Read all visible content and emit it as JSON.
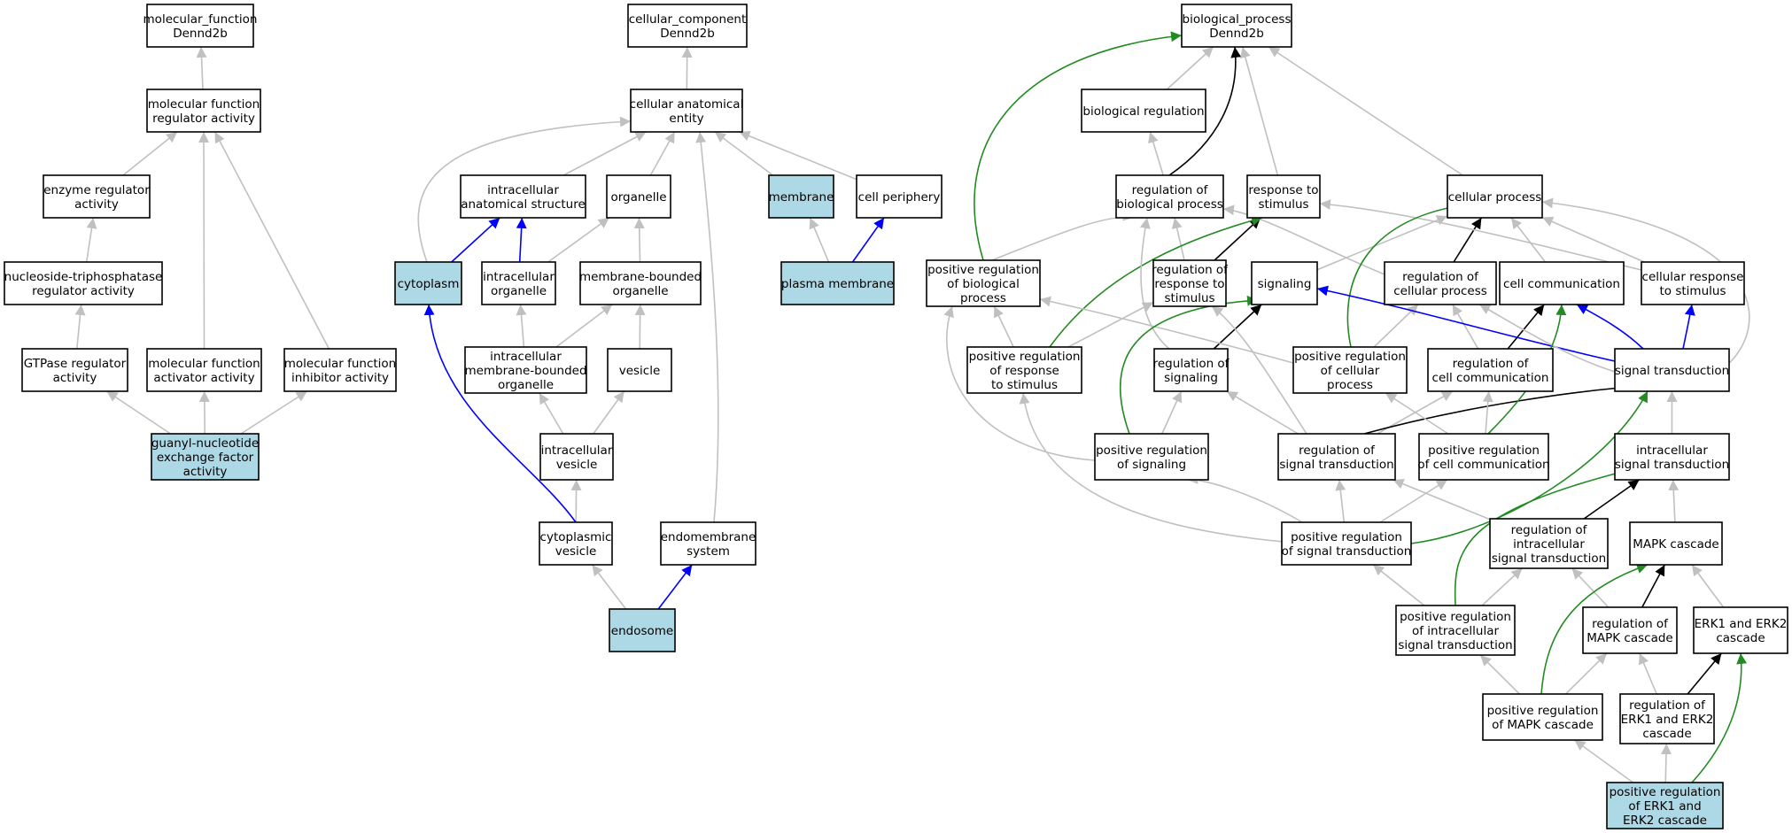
{
  "colors": {
    "is_a": "#c0c0c0",
    "part_of": "#0000ff",
    "regulates": "#000000",
    "positively_regulates": "#228b22",
    "annotated_fill": "#add8e6",
    "default_fill": "#ffffff"
  },
  "nodes": [
    {
      "id": "mf_root",
      "lines": [
        "molecular_function",
        "Dennd2b"
      ],
      "highlight": false
    },
    {
      "id": "mf_regulator",
      "lines": [
        "molecular function",
        "regulator activity"
      ],
      "highlight": false
    },
    {
      "id": "enzyme_regulator",
      "lines": [
        "enzyme regulator",
        "activity"
      ],
      "highlight": false
    },
    {
      "id": "ntpase_regulator",
      "lines": [
        "nucleoside-triphosphatase",
        "regulator activity"
      ],
      "highlight": false
    },
    {
      "id": "gtpase_regulator",
      "lines": [
        "GTPase regulator",
        "activity"
      ],
      "highlight": false
    },
    {
      "id": "mf_activator",
      "lines": [
        "molecular function",
        "activator activity"
      ],
      "highlight": false
    },
    {
      "id": "mf_inhibitor",
      "lines": [
        "molecular function",
        "inhibitor activity"
      ],
      "highlight": false
    },
    {
      "id": "gef_activity",
      "lines": [
        "guanyl-nucleotide",
        "exchange factor",
        "activity"
      ],
      "highlight": true
    },
    {
      "id": "cc_root",
      "lines": [
        "cellular_component",
        "Dennd2b"
      ],
      "highlight": false
    },
    {
      "id": "cell_anat_entity",
      "lines": [
        "cellular anatomical",
        "entity"
      ],
      "highlight": false
    },
    {
      "id": "intracell_anat",
      "lines": [
        "intracellular",
        "anatomical structure"
      ],
      "highlight": false
    },
    {
      "id": "organelle",
      "lines": [
        "organelle"
      ],
      "highlight": false
    },
    {
      "id": "membrane",
      "lines": [
        "membrane"
      ],
      "highlight": true
    },
    {
      "id": "cell_periphery",
      "lines": [
        "cell periphery"
      ],
      "highlight": false
    },
    {
      "id": "cytoplasm",
      "lines": [
        "cytoplasm"
      ],
      "highlight": true
    },
    {
      "id": "intracell_organelle",
      "lines": [
        "intracellular",
        "organelle"
      ],
      "highlight": false
    },
    {
      "id": "mb_organelle",
      "lines": [
        "membrane-bounded",
        "organelle"
      ],
      "highlight": false
    },
    {
      "id": "plasma_membrane",
      "lines": [
        "plasma membrane"
      ],
      "highlight": true
    },
    {
      "id": "intracell_mb_organelle",
      "lines": [
        "intracellular",
        "membrane-bounded",
        "organelle"
      ],
      "highlight": false
    },
    {
      "id": "vesicle",
      "lines": [
        "vesicle"
      ],
      "highlight": false
    },
    {
      "id": "intracell_vesicle",
      "lines": [
        "intracellular",
        "vesicle"
      ],
      "highlight": false
    },
    {
      "id": "cyto_vesicle",
      "lines": [
        "cytoplasmic",
        "vesicle"
      ],
      "highlight": false
    },
    {
      "id": "endomembrane",
      "lines": [
        "endomembrane",
        "system"
      ],
      "highlight": false
    },
    {
      "id": "endosome",
      "lines": [
        "endosome"
      ],
      "highlight": true
    },
    {
      "id": "bp_root",
      "lines": [
        "biological_process",
        "Dennd2b"
      ],
      "highlight": false
    },
    {
      "id": "bio_regulation",
      "lines": [
        "biological regulation"
      ],
      "highlight": false
    },
    {
      "id": "reg_bio_process",
      "lines": [
        "regulation of",
        "biological process"
      ],
      "highlight": false
    },
    {
      "id": "resp_stimulus",
      "lines": [
        "response to",
        "stimulus"
      ],
      "highlight": false
    },
    {
      "id": "cellular_process",
      "lines": [
        "cellular process"
      ],
      "highlight": false
    },
    {
      "id": "pos_reg_bio_process",
      "lines": [
        "positive regulation",
        "of biological",
        "process"
      ],
      "highlight": false
    },
    {
      "id": "reg_resp_stimulus",
      "lines": [
        "regulation of",
        "response to",
        "stimulus"
      ],
      "highlight": false
    },
    {
      "id": "signaling",
      "lines": [
        "signaling"
      ],
      "highlight": false
    },
    {
      "id": "reg_cell_process",
      "lines": [
        "regulation of",
        "cellular process"
      ],
      "highlight": false
    },
    {
      "id": "cell_comm",
      "lines": [
        "cell communication"
      ],
      "highlight": false
    },
    {
      "id": "cell_resp_stimulus",
      "lines": [
        "cellular response",
        "to stimulus"
      ],
      "highlight": false
    },
    {
      "id": "pos_reg_resp_stimulus",
      "lines": [
        "positive regulation",
        "of response",
        "to stimulus"
      ],
      "highlight": false
    },
    {
      "id": "reg_signaling",
      "lines": [
        "regulation of",
        "signaling"
      ],
      "highlight": false
    },
    {
      "id": "pos_reg_cell_process",
      "lines": [
        "positive regulation",
        "of cellular",
        "process"
      ],
      "highlight": false
    },
    {
      "id": "reg_cell_comm",
      "lines": [
        "regulation of",
        "cell communication"
      ],
      "highlight": false
    },
    {
      "id": "signal_transduction",
      "lines": [
        "signal transduction"
      ],
      "highlight": false
    },
    {
      "id": "pos_reg_signaling",
      "lines": [
        "positive regulation",
        "of signaling"
      ],
      "highlight": false
    },
    {
      "id": "reg_signal_trans",
      "lines": [
        "regulation of",
        "signal transduction"
      ],
      "highlight": false
    },
    {
      "id": "pos_reg_cell_comm",
      "lines": [
        "positive regulation",
        "of cell communication"
      ],
      "highlight": false
    },
    {
      "id": "intracell_signal_trans",
      "lines": [
        "intracellular",
        "signal transduction"
      ],
      "highlight": false
    },
    {
      "id": "pos_reg_signal_trans",
      "lines": [
        "positive regulation",
        "of signal transduction"
      ],
      "highlight": false
    },
    {
      "id": "reg_intracell_signal_trans",
      "lines": [
        "regulation of",
        "intracellular",
        "signal transduction"
      ],
      "highlight": false
    },
    {
      "id": "mapk_cascade",
      "lines": [
        "MAPK cascade"
      ],
      "highlight": false
    },
    {
      "id": "pos_reg_intracell_signal_trans",
      "lines": [
        "positive regulation",
        "of intracellular",
        "signal transduction"
      ],
      "highlight": false
    },
    {
      "id": "reg_mapk",
      "lines": [
        "regulation of",
        "MAPK cascade"
      ],
      "highlight": false
    },
    {
      "id": "erk_cascade",
      "lines": [
        "ERK1 and ERK2",
        "cascade"
      ],
      "highlight": false
    },
    {
      "id": "pos_reg_mapk",
      "lines": [
        "positive regulation",
        "of MAPK cascade"
      ],
      "highlight": false
    },
    {
      "id": "reg_erk",
      "lines": [
        "regulation of",
        "ERK1 and ERK2",
        "cascade"
      ],
      "highlight": false
    },
    {
      "id": "pos_reg_erk",
      "lines": [
        "positive regulation",
        "of ERK1 and",
        "ERK2 cascade"
      ],
      "highlight": true
    }
  ],
  "edges": [
    {
      "from": "mf_regulator",
      "to": "mf_root",
      "type": "is_a"
    },
    {
      "from": "enzyme_regulator",
      "to": "mf_regulator",
      "type": "is_a"
    },
    {
      "from": "ntpase_regulator",
      "to": "enzyme_regulator",
      "type": "is_a"
    },
    {
      "from": "gtpase_regulator",
      "to": "ntpase_regulator",
      "type": "is_a"
    },
    {
      "from": "mf_activator",
      "to": "mf_regulator",
      "type": "is_a"
    },
    {
      "from": "mf_inhibitor",
      "to": "mf_regulator",
      "type": "is_a"
    },
    {
      "from": "gef_activity",
      "to": "gtpase_regulator",
      "type": "is_a"
    },
    {
      "from": "gef_activity",
      "to": "mf_activator",
      "type": "is_a"
    },
    {
      "from": "gef_activity",
      "to": "mf_inhibitor",
      "type": "is_a"
    },
    {
      "from": "cell_anat_entity",
      "to": "cc_root",
      "type": "is_a"
    },
    {
      "from": "intracell_anat",
      "to": "cell_anat_entity",
      "type": "is_a"
    },
    {
      "from": "organelle",
      "to": "cell_anat_entity",
      "type": "is_a"
    },
    {
      "from": "membrane",
      "to": "cell_anat_entity",
      "type": "is_a"
    },
    {
      "from": "cell_periphery",
      "to": "cell_anat_entity",
      "type": "is_a"
    },
    {
      "from": "cytoplasm",
      "to": "cell_anat_entity",
      "type": "is_a"
    },
    {
      "from": "endomembrane",
      "to": "cell_anat_entity",
      "type": "is_a"
    },
    {
      "from": "cytoplasm",
      "to": "intracell_anat",
      "type": "part_of"
    },
    {
      "from": "intracell_organelle",
      "to": "intracell_anat",
      "type": "part_of"
    },
    {
      "from": "intracell_organelle",
      "to": "organelle",
      "type": "is_a"
    },
    {
      "from": "mb_organelle",
      "to": "organelle",
      "type": "is_a"
    },
    {
      "from": "plasma_membrane",
      "to": "membrane",
      "type": "is_a"
    },
    {
      "from": "plasma_membrane",
      "to": "cell_periphery",
      "type": "part_of"
    },
    {
      "from": "intracell_mb_organelle",
      "to": "intracell_organelle",
      "type": "is_a"
    },
    {
      "from": "intracell_mb_organelle",
      "to": "mb_organelle",
      "type": "is_a"
    },
    {
      "from": "vesicle",
      "to": "mb_organelle",
      "type": "is_a"
    },
    {
      "from": "intracell_vesicle",
      "to": "intracell_mb_organelle",
      "type": "is_a"
    },
    {
      "from": "intracell_vesicle",
      "to": "vesicle",
      "type": "is_a"
    },
    {
      "from": "cyto_vesicle",
      "to": "intracell_vesicle",
      "type": "is_a"
    },
    {
      "from": "cyto_vesicle",
      "to": "cytoplasm",
      "type": "part_of"
    },
    {
      "from": "endosome",
      "to": "cyto_vesicle",
      "type": "is_a"
    },
    {
      "from": "endosome",
      "to": "endomembrane",
      "type": "part_of"
    },
    {
      "from": "bio_regulation",
      "to": "bp_root",
      "type": "is_a"
    },
    {
      "from": "reg_bio_process",
      "to": "bio_regulation",
      "type": "is_a"
    },
    {
      "from": "reg_bio_process",
      "to": "bp_root",
      "type": "regulates"
    },
    {
      "from": "resp_stimulus",
      "to": "bp_root",
      "type": "is_a"
    },
    {
      "from": "cellular_process",
      "to": "bp_root",
      "type": "is_a"
    },
    {
      "from": "pos_reg_bio_process",
      "to": "reg_bio_process",
      "type": "is_a"
    },
    {
      "from": "pos_reg_bio_process",
      "to": "bp_root",
      "type": "positively_regulates"
    },
    {
      "from": "reg_resp_stimulus",
      "to": "reg_bio_process",
      "type": "is_a"
    },
    {
      "from": "reg_resp_stimulus",
      "to": "resp_stimulus",
      "type": "regulates"
    },
    {
      "from": "signaling",
      "to": "cellular_process",
      "type": "is_a"
    },
    {
      "from": "reg_cell_process",
      "to": "reg_bio_process",
      "type": "is_a"
    },
    {
      "from": "reg_cell_process",
      "to": "cellular_process",
      "type": "regulates"
    },
    {
      "from": "cell_comm",
      "to": "cellular_process",
      "type": "is_a"
    },
    {
      "from": "cell_resp_stimulus",
      "to": "resp_stimulus",
      "type": "is_a"
    },
    {
      "from": "cell_resp_stimulus",
      "to": "cellular_process",
      "type": "is_a"
    },
    {
      "from": "pos_reg_resp_stimulus",
      "to": "pos_reg_bio_process",
      "type": "is_a"
    },
    {
      "from": "pos_reg_resp_stimulus",
      "to": "reg_resp_stimulus",
      "type": "is_a"
    },
    {
      "from": "pos_reg_resp_stimulus",
      "to": "resp_stimulus",
      "type": "positively_regulates"
    },
    {
      "from": "reg_signaling",
      "to": "reg_bio_process",
      "type": "is_a"
    },
    {
      "from": "reg_signaling",
      "to": "signaling",
      "type": "regulates"
    },
    {
      "from": "pos_reg_cell_process",
      "to": "pos_reg_bio_process",
      "type": "is_a"
    },
    {
      "from": "pos_reg_cell_process",
      "to": "reg_cell_process",
      "type": "is_a"
    },
    {
      "from": "pos_reg_cell_process",
      "to": "cellular_process",
      "type": "positively_regulates"
    },
    {
      "from": "reg_cell_comm",
      "to": "reg_cell_process",
      "type": "is_a"
    },
    {
      "from": "reg_cell_comm",
      "to": "cell_comm",
      "type": "regulates"
    },
    {
      "from": "signal_transduction",
      "to": "signaling",
      "type": "part_of"
    },
    {
      "from": "signal_transduction",
      "to": "cell_comm",
      "type": "part_of"
    },
    {
      "from": "signal_transduction",
      "to": "cell_resp_stimulus",
      "type": "part_of"
    },
    {
      "from": "signal_transduction",
      "to": "reg_cell_process",
      "type": "is_a"
    },
    {
      "from": "signal_transduction",
      "to": "cellular_process",
      "type": "is_a"
    },
    {
      "from": "pos_reg_signaling",
      "to": "reg_signaling",
      "type": "is_a"
    },
    {
      "from": "pos_reg_signaling",
      "to": "pos_reg_bio_process",
      "type": "is_a"
    },
    {
      "from": "pos_reg_signaling",
      "to": "signaling",
      "type": "positively_regulates"
    },
    {
      "from": "reg_signal_trans",
      "to": "reg_signaling",
      "type": "is_a"
    },
    {
      "from": "reg_signal_trans",
      "to": "reg_cell_comm",
      "type": "is_a"
    },
    {
      "from": "reg_signal_trans",
      "to": "reg_resp_stimulus",
      "type": "is_a"
    },
    {
      "from": "reg_signal_trans",
      "to": "signal_transduction",
      "type": "regulates"
    },
    {
      "from": "pos_reg_cell_comm",
      "to": "reg_cell_comm",
      "type": "is_a"
    },
    {
      "from": "pos_reg_cell_comm",
      "to": "pos_reg_cell_process",
      "type": "is_a"
    },
    {
      "from": "pos_reg_cell_comm",
      "to": "cell_comm",
      "type": "positively_regulates"
    },
    {
      "from": "intracell_signal_trans",
      "to": "signal_transduction",
      "type": "is_a"
    },
    {
      "from": "pos_reg_signal_trans",
      "to": "reg_signal_trans",
      "type": "is_a"
    },
    {
      "from": "pos_reg_signal_trans",
      "to": "pos_reg_signaling",
      "type": "is_a"
    },
    {
      "from": "pos_reg_signal_trans",
      "to": "pos_reg_cell_comm",
      "type": "is_a"
    },
    {
      "from": "pos_reg_signal_trans",
      "to": "pos_reg_resp_stimulus",
      "type": "is_a"
    },
    {
      "from": "pos_reg_signal_trans",
      "to": "signal_transduction",
      "type": "positively_regulates"
    },
    {
      "from": "reg_intracell_signal_trans",
      "to": "reg_signal_trans",
      "type": "is_a"
    },
    {
      "from": "reg_intracell_signal_trans",
      "to": "intracell_signal_trans",
      "type": "regulates"
    },
    {
      "from": "mapk_cascade",
      "to": "intracell_signal_trans",
      "type": "is_a"
    },
    {
      "from": "pos_reg_intracell_signal_trans",
      "to": "reg_intracell_signal_trans",
      "type": "is_a"
    },
    {
      "from": "pos_reg_intracell_signal_trans",
      "to": "pos_reg_signal_trans",
      "type": "is_a"
    },
    {
      "from": "pos_reg_intracell_signal_trans",
      "to": "intracell_signal_trans",
      "type": "positively_regulates"
    },
    {
      "from": "reg_mapk",
      "to": "reg_intracell_signal_trans",
      "type": "is_a"
    },
    {
      "from": "reg_mapk",
      "to": "mapk_cascade",
      "type": "regulates"
    },
    {
      "from": "erk_cascade",
      "to": "mapk_cascade",
      "type": "is_a"
    },
    {
      "from": "pos_reg_mapk",
      "to": "reg_mapk",
      "type": "is_a"
    },
    {
      "from": "pos_reg_mapk",
      "to": "pos_reg_intracell_signal_trans",
      "type": "is_a"
    },
    {
      "from": "pos_reg_mapk",
      "to": "mapk_cascade",
      "type": "positively_regulates"
    },
    {
      "from": "reg_erk",
      "to": "reg_mapk",
      "type": "is_a"
    },
    {
      "from": "reg_erk",
      "to": "erk_cascade",
      "type": "regulates"
    },
    {
      "from": "pos_reg_erk",
      "to": "pos_reg_mapk",
      "type": "is_a"
    },
    {
      "from": "pos_reg_erk",
      "to": "reg_erk",
      "type": "is_a"
    },
    {
      "from": "pos_reg_erk",
      "to": "erk_cascade",
      "type": "positively_regulates"
    }
  ]
}
